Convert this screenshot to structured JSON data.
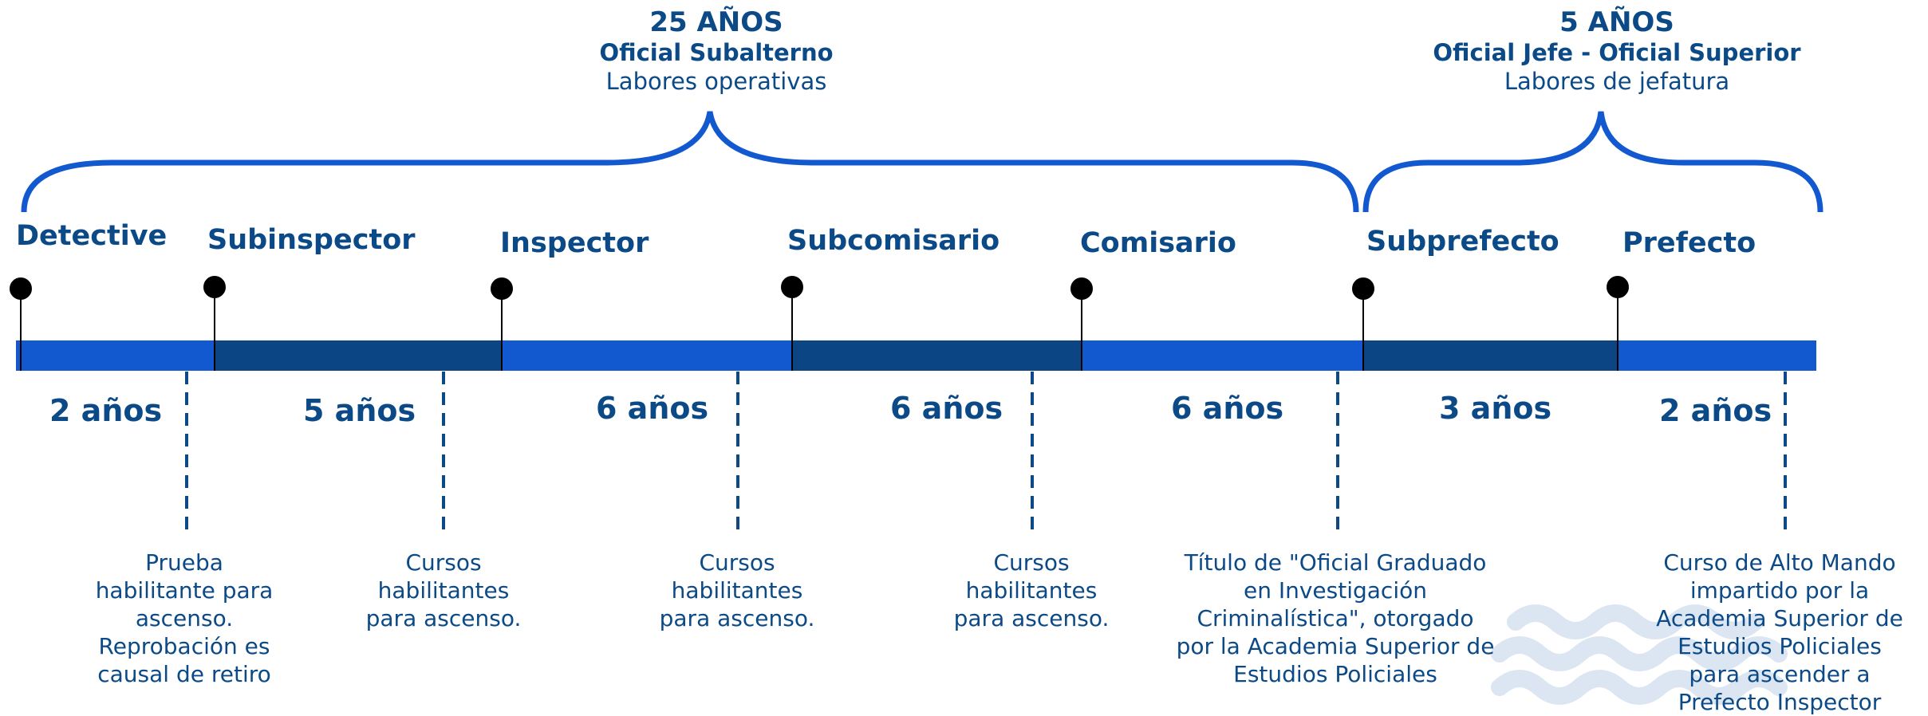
{
  "headers": {
    "left": {
      "years": "25 AÑOS",
      "role": "Oficial Subalterno",
      "desc": "Labores operativas"
    },
    "right": {
      "years": "5 AÑOS",
      "role": "Oficial Jefe - Oficial Superior",
      "desc": "Labores de jefatura"
    }
  },
  "ranks": [
    "Detective",
    "Subinspector",
    "Inspector",
    "Subcomisario",
    "Comisario",
    "Subprefecto",
    "Prefecto"
  ],
  "durations": [
    "2 años",
    "5 años",
    "6 años",
    "6 años",
    "6 años",
    "3 años",
    "2 años"
  ],
  "requirements": [
    "Prueba\nhabilitante para\nascenso.\nReprobación es\ncausal de retiro",
    "Cursos\nhabilitantes\npara ascenso.",
    "Cursos\nhabilitantes\npara ascenso.",
    "Cursos\nhabilitantes\npara ascenso.",
    "Título de \"Oficial Graduado\nen Investigación\nCriminalística\", otorgado\npor la Academia Superior de\nEstudios Policiales",
    "Curso de Alto Mando\nimpartido por la\nAcademia Superior de\nEstudios Policiales\npara ascender a\nPrefecto Inspector"
  ],
  "colors": {
    "text": "#0b4a87",
    "bar_light": "#1259d0",
    "bar_dark": "#0b4583",
    "brace": "#1259d0",
    "watermark": "#dce6f3"
  }
}
